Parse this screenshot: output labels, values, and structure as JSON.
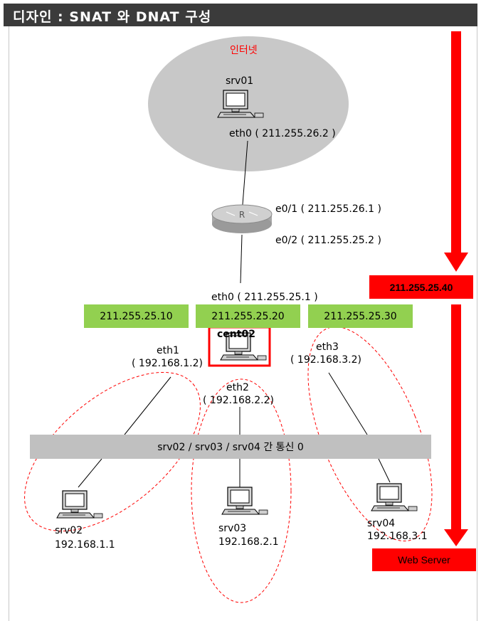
{
  "title": "디자인 : SNAT 와 DNAT 구성",
  "internet": {
    "label": "인터넷",
    "host": "srv01",
    "iface": "eth0 ( 211.255.26.2 )"
  },
  "router": {
    "symbol": "R",
    "e01": "e0/1 ( 211.255.26.1 )",
    "e02": "e0/2 ( 211.255.25.2 )"
  },
  "cent02": {
    "name": "cent02",
    "eth0": "eth0 ( 211.255.25.1 )",
    "virtual_ips": [
      "211.255.25.10",
      "211.255.25.20",
      "211.255.25.30"
    ]
  },
  "public_ip": "211.255.25.40",
  "interfaces": {
    "eth1_name": "eth1",
    "eth1_ip": "( 192.168.1.2)",
    "eth2_name": "eth2",
    "eth2_ip": "( 192.168.2.2)",
    "eth3_name": "eth3",
    "eth3_ip": "( 192.168.3.2)"
  },
  "comm_bar": "srv02 / srv03 / srv04 간 통신 0",
  "hosts": [
    {
      "name": "srv02",
      "ip": "192.168.1.1"
    },
    {
      "name": "srv03",
      "ip": "192.168.2.1"
    },
    {
      "name": "srv04",
      "ip": "192.168.3.1"
    }
  ],
  "web_server": "Web Server",
  "colors": {
    "title_bg": "#3b3b3b",
    "internet_cloud": "#c8c8c8",
    "green_box": "#92d050",
    "red": "#ff0000",
    "bar_gray": "#c0c0c0"
  },
  "icons": [
    "computer-icon",
    "router-icon",
    "down-arrow-icon"
  ]
}
